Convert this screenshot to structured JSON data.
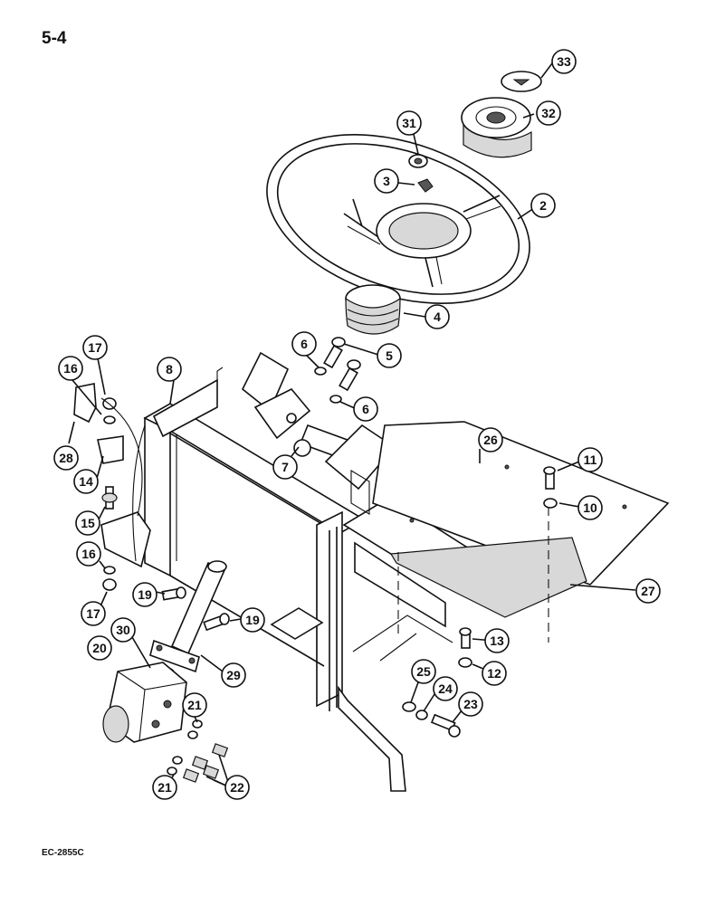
{
  "page_number": "5-4",
  "figure_code": "EC-2855C",
  "callouts": [
    "33",
    "32",
    "31",
    "3",
    "2",
    "4",
    "5",
    "6",
    "6",
    "17",
    "16",
    "8",
    "7",
    "26",
    "11",
    "10",
    "28",
    "14",
    "15",
    "16",
    "17",
    "19",
    "19",
    "30",
    "20",
    "29",
    "27",
    "13",
    "12",
    "25",
    "24",
    "23",
    "21",
    "21",
    "22"
  ]
}
